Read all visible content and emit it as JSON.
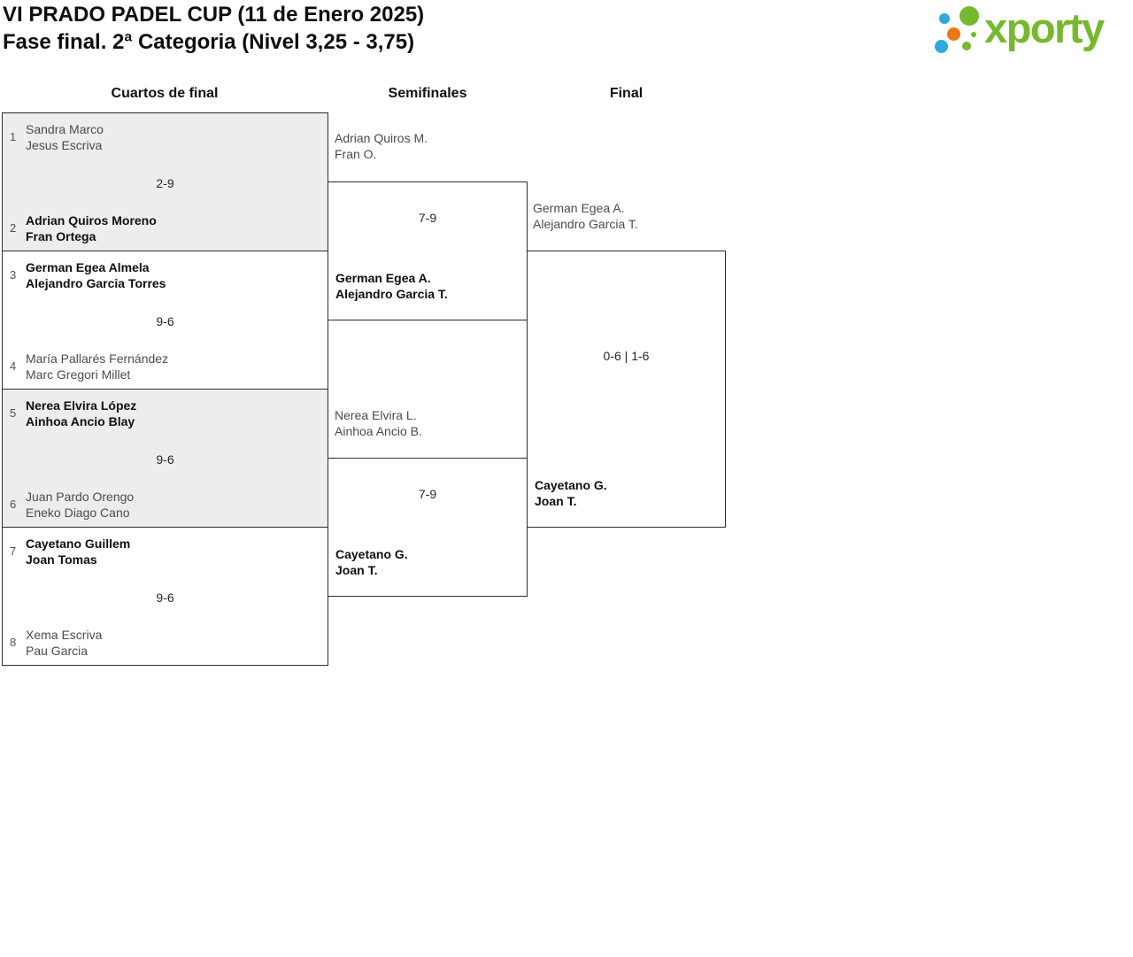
{
  "header": {
    "title": "VI PRADO PADEL CUP (11 de Enero 2025)",
    "subtitle": "Fase final. 2ª Categoria (Nivel 3,25 - 3,75)",
    "logo": {
      "brand": "xporty",
      "colors": {
        "green": "#76b82e",
        "blue": "#2fa8df",
        "orange": "#e87916"
      }
    }
  },
  "columns": [
    {
      "label": "Cuartos de final"
    },
    {
      "label": "Semifinales"
    },
    {
      "label": "Final"
    }
  ],
  "colors": {
    "row_shade": "#ededed",
    "border": "#2d2d2d"
  },
  "bracket": {
    "quarterfinals": [
      {
        "shaded": true,
        "score": "2-9",
        "top": {
          "seed": "1",
          "players": [
            "Sandra Marco",
            "Jesus Escriva"
          ],
          "winner": false
        },
        "bottom": {
          "seed": "2",
          "players": [
            "Adrian Quiros Moreno",
            "Fran Ortega"
          ],
          "winner": true
        }
      },
      {
        "shaded": false,
        "score": "9-6",
        "top": {
          "seed": "3",
          "players": [
            "German Egea Almela",
            "Alejandro Garcia Torres"
          ],
          "winner": true
        },
        "bottom": {
          "seed": "4",
          "players": [
            "María Pallarés Fernández",
            "Marc Gregori Millet"
          ],
          "winner": false
        }
      },
      {
        "shaded": true,
        "score": "9-6",
        "top": {
          "seed": "5",
          "players": [
            "Nerea Elvira López",
            "Ainhoa Ancio Blay"
          ],
          "winner": true
        },
        "bottom": {
          "seed": "6",
          "players": [
            "Juan Pardo Orengo",
            "Eneko Diago Cano"
          ],
          "winner": false
        }
      },
      {
        "shaded": false,
        "score": "9-6",
        "top": {
          "seed": "7",
          "players": [
            "Cayetano Guillem",
            "Joan Tomas"
          ],
          "winner": true
        },
        "bottom": {
          "seed": "8",
          "players": [
            "Xema Escriva",
            "Pau Garcia"
          ],
          "winner": false
        }
      }
    ],
    "semifinals": [
      {
        "score": "7-9",
        "top": {
          "players": [
            "Adrian Quiros M.",
            "Fran O."
          ],
          "winner": false
        },
        "bottom": {
          "players": [
            "German Egea A.",
            "Alejandro Garcia T."
          ],
          "winner": true
        }
      },
      {
        "score": "7-9",
        "top": {
          "players": [
            "Nerea Elvira L.",
            "Ainhoa Ancio B."
          ],
          "winner": false
        },
        "bottom": {
          "players": [
            "Cayetano G.",
            "Joan T."
          ],
          "winner": true
        }
      }
    ],
    "final": {
      "score": "0-6 | 1-6",
      "top": {
        "players": [
          "German Egea A.",
          "Alejandro Garcia T."
        ],
        "winner": false
      },
      "bottom": {
        "players": [
          "Cayetano G.",
          "Joan T."
        ],
        "winner": true
      }
    }
  }
}
